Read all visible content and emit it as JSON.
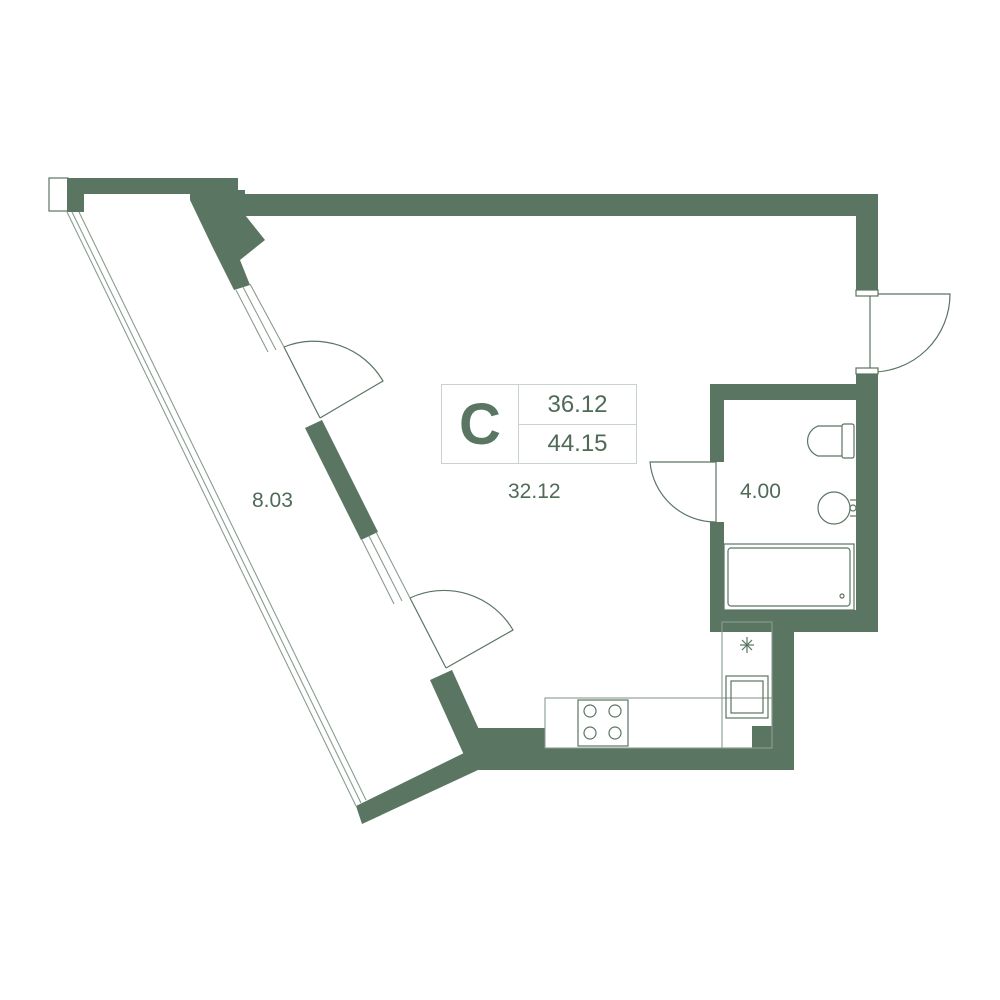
{
  "apartment": {
    "type_letter": "C",
    "living_area": "36.12",
    "total_area": "44.15"
  },
  "rooms": {
    "main_room_area": "32.12",
    "balcony_area": "8.03",
    "bathroom_area": "4.00"
  },
  "colors": {
    "wall": "#5a7562",
    "text": "#4f6a57",
    "badge_border": "#c9d2cc"
  },
  "icons": [
    "toilet-icon",
    "sink-icon",
    "bathtub-icon",
    "stove-icon",
    "kitchen-sink-icon",
    "ventilation-icon"
  ]
}
